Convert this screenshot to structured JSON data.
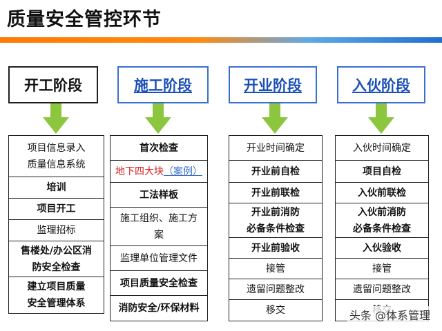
{
  "title": "质量安全管控环节",
  "phases": [
    {
      "label": "开工阶段",
      "style": "black"
    },
    {
      "label": "施工阶段",
      "style": "blue"
    },
    {
      "label": "开业阶段",
      "style": "blue"
    },
    {
      "label": "入伙阶段",
      "style": "blue"
    }
  ],
  "columns": [
    {
      "items": [
        {
          "lines": [
            "项目信息录入",
            "质量信息系统"
          ],
          "bold": false
        },
        {
          "lines": [
            "培训"
          ],
          "bold": true
        },
        {
          "lines": [
            "项目开工"
          ],
          "bold": true
        },
        {
          "lines": [
            "监理招标"
          ],
          "bold": false
        },
        {
          "lines": [
            "售楼处/办公区消",
            "防安全检查"
          ],
          "bold": true
        },
        {
          "lines": [
            "建立项目质量",
            "安全管理体系"
          ],
          "bold": true
        }
      ]
    },
    {
      "items": [
        {
          "lines": [
            "首次检查"
          ],
          "bold": true
        },
        {
          "lines": [
            "地下四大块"
          ],
          "bold": false,
          "red": true,
          "suffix": "（案例）"
        },
        {
          "lines": [
            "工法样板"
          ],
          "bold": true
        },
        {
          "lines": [
            "施工组织、施工方",
            "案"
          ],
          "bold": false
        },
        {
          "lines": [
            "监理单位管理文件"
          ],
          "bold": false
        },
        {
          "lines": [
            "项目质量安全检查"
          ],
          "bold": true
        },
        {
          "lines": [
            "消防安全/环保材料"
          ],
          "bold": true
        }
      ]
    },
    {
      "items": [
        {
          "lines": [
            "开业时间确定"
          ],
          "bold": false
        },
        {
          "lines": [
            "开业前自检"
          ],
          "bold": true
        },
        {
          "lines": [
            "开业前联检"
          ],
          "bold": true
        },
        {
          "lines": [
            "开业前消防",
            "必备条件检查"
          ],
          "bold": true
        },
        {
          "lines": [
            "开业前验收"
          ],
          "bold": true
        },
        {
          "lines": [
            "接管"
          ],
          "bold": false
        },
        {
          "lines": [
            "遗留问题整改"
          ],
          "bold": false
        },
        {
          "lines": [
            "移交"
          ],
          "bold": false
        }
      ]
    },
    {
      "items": [
        {
          "lines": [
            "入伙时间确定"
          ],
          "bold": false
        },
        {
          "lines": [
            "项目自检"
          ],
          "bold": true
        },
        {
          "lines": [
            "入伙前联检"
          ],
          "bold": true
        },
        {
          "lines": [
            "入伙前消防",
            "必备条件检查"
          ],
          "bold": true
        },
        {
          "lines": [
            "入伙验收"
          ],
          "bold": true
        },
        {
          "lines": [
            "接管"
          ],
          "bold": false
        },
        {
          "lines": [
            "遗留问题整改"
          ],
          "bold": false
        },
        {
          "lines": [
            "移交"
          ],
          "bold": false
        }
      ]
    }
  ],
  "watermark": "头条 @体系管理",
  "colors": {
    "arrow_green": "#8cc63f",
    "accent_orange": "#ff7a00",
    "accent_blue": "#1f6fd0"
  }
}
